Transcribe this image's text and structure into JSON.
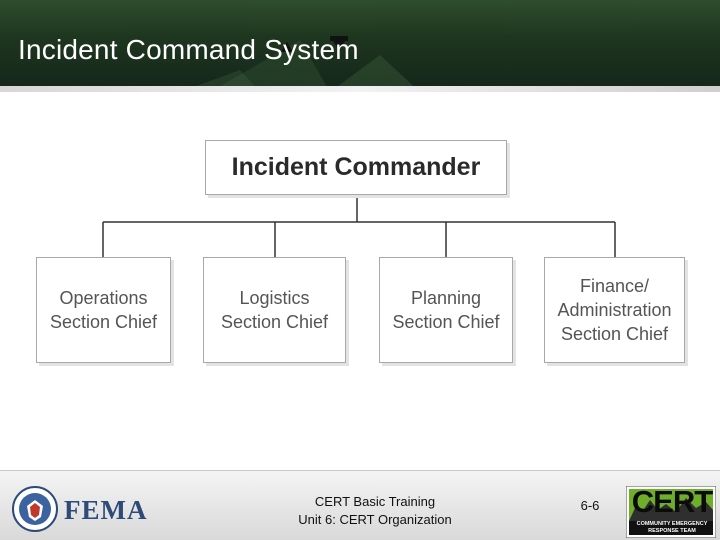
{
  "slide": {
    "title": "Incident Command System"
  },
  "org_chart": {
    "commander": "Incident Commander",
    "sections": [
      {
        "label": "Operations\nSection Chief"
      },
      {
        "label": "Logistics\nSection Chief"
      },
      {
        "label": "Planning\nSection Chief"
      },
      {
        "label": "Finance/\nAdministration\nSection Chief"
      }
    ]
  },
  "footer": {
    "line1": "CERT Basic Training",
    "line2": "Unit 6: CERT Organization",
    "page": "6-6",
    "fema_logo_text": "FEMA",
    "cert_logo_text": "CERT",
    "cert_logo_subtext_1": "COMMUNITY EMERGENCY",
    "cert_logo_subtext_2": "RESPONSE TEAM"
  },
  "colors": {
    "title_bar": "#1e361f",
    "fema_blue": "#2d4a78",
    "cert_green": "#6fae2a"
  }
}
